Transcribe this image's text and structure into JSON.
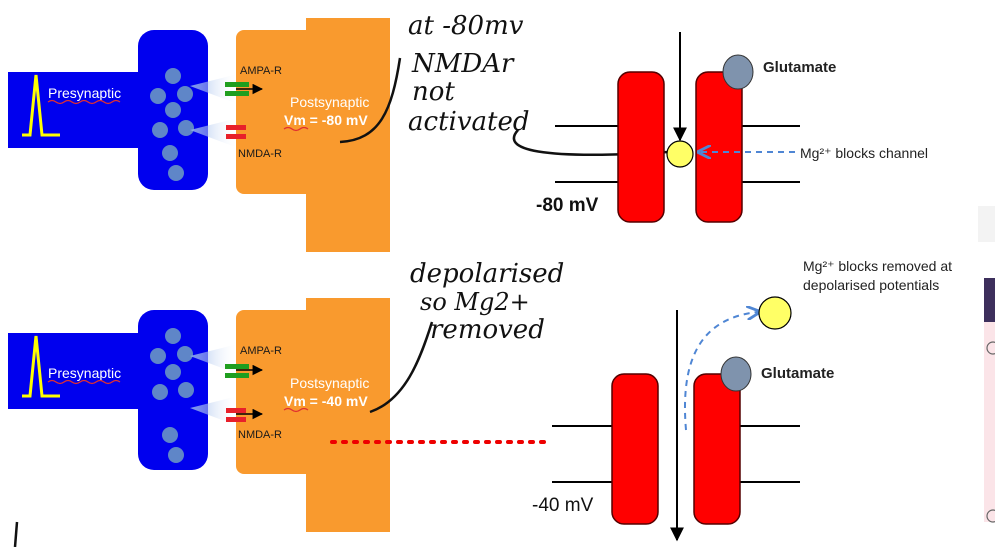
{
  "top_panel": {
    "presynaptic_label": "Presynaptic",
    "ampa_label": "AMPA-R",
    "nmda_label": "NMDA-R",
    "postsynaptic_label": "Postsynaptic",
    "vm_label": "Vm = -80 mV",
    "channel_voltage": "-80 mV",
    "glutamate_label": "Glutamate",
    "mg_text": "Mg²⁺ blocks channel",
    "handwritten": {
      "line1": "at -80mv",
      "line2": "NMDAr",
      "line3": "not",
      "line4": "activated"
    }
  },
  "bottom_panel": {
    "presynaptic_label": "Presynaptic",
    "ampa_label": "AMPA-R",
    "nmda_label": "NMDA-R",
    "postsynaptic_label": "Postsynaptic",
    "vm_label": "Vm = -40 mV",
    "channel_voltage": "-40 mV",
    "glutamate_label": "Glutamate",
    "mg_text_line1": "Mg²⁺ blocks removed at",
    "mg_text_line2": "depolarised potentials",
    "handwritten": {
      "line1": "depolarised",
      "line2": "so Mg2+",
      "line3": "removed"
    }
  },
  "colors": {
    "presynaptic": "#0000ee",
    "vesicle": "#5f86c8",
    "postsynaptic": "#f99a2e",
    "channel": "#ff0000",
    "mg_ion": "#ffff66",
    "glutamate": "#7f93ad",
    "ampa": "#1f9e1f",
    "nmda": "#e8202a",
    "spike": "#ffff00",
    "dashed_arrow": "#4f86d4"
  }
}
